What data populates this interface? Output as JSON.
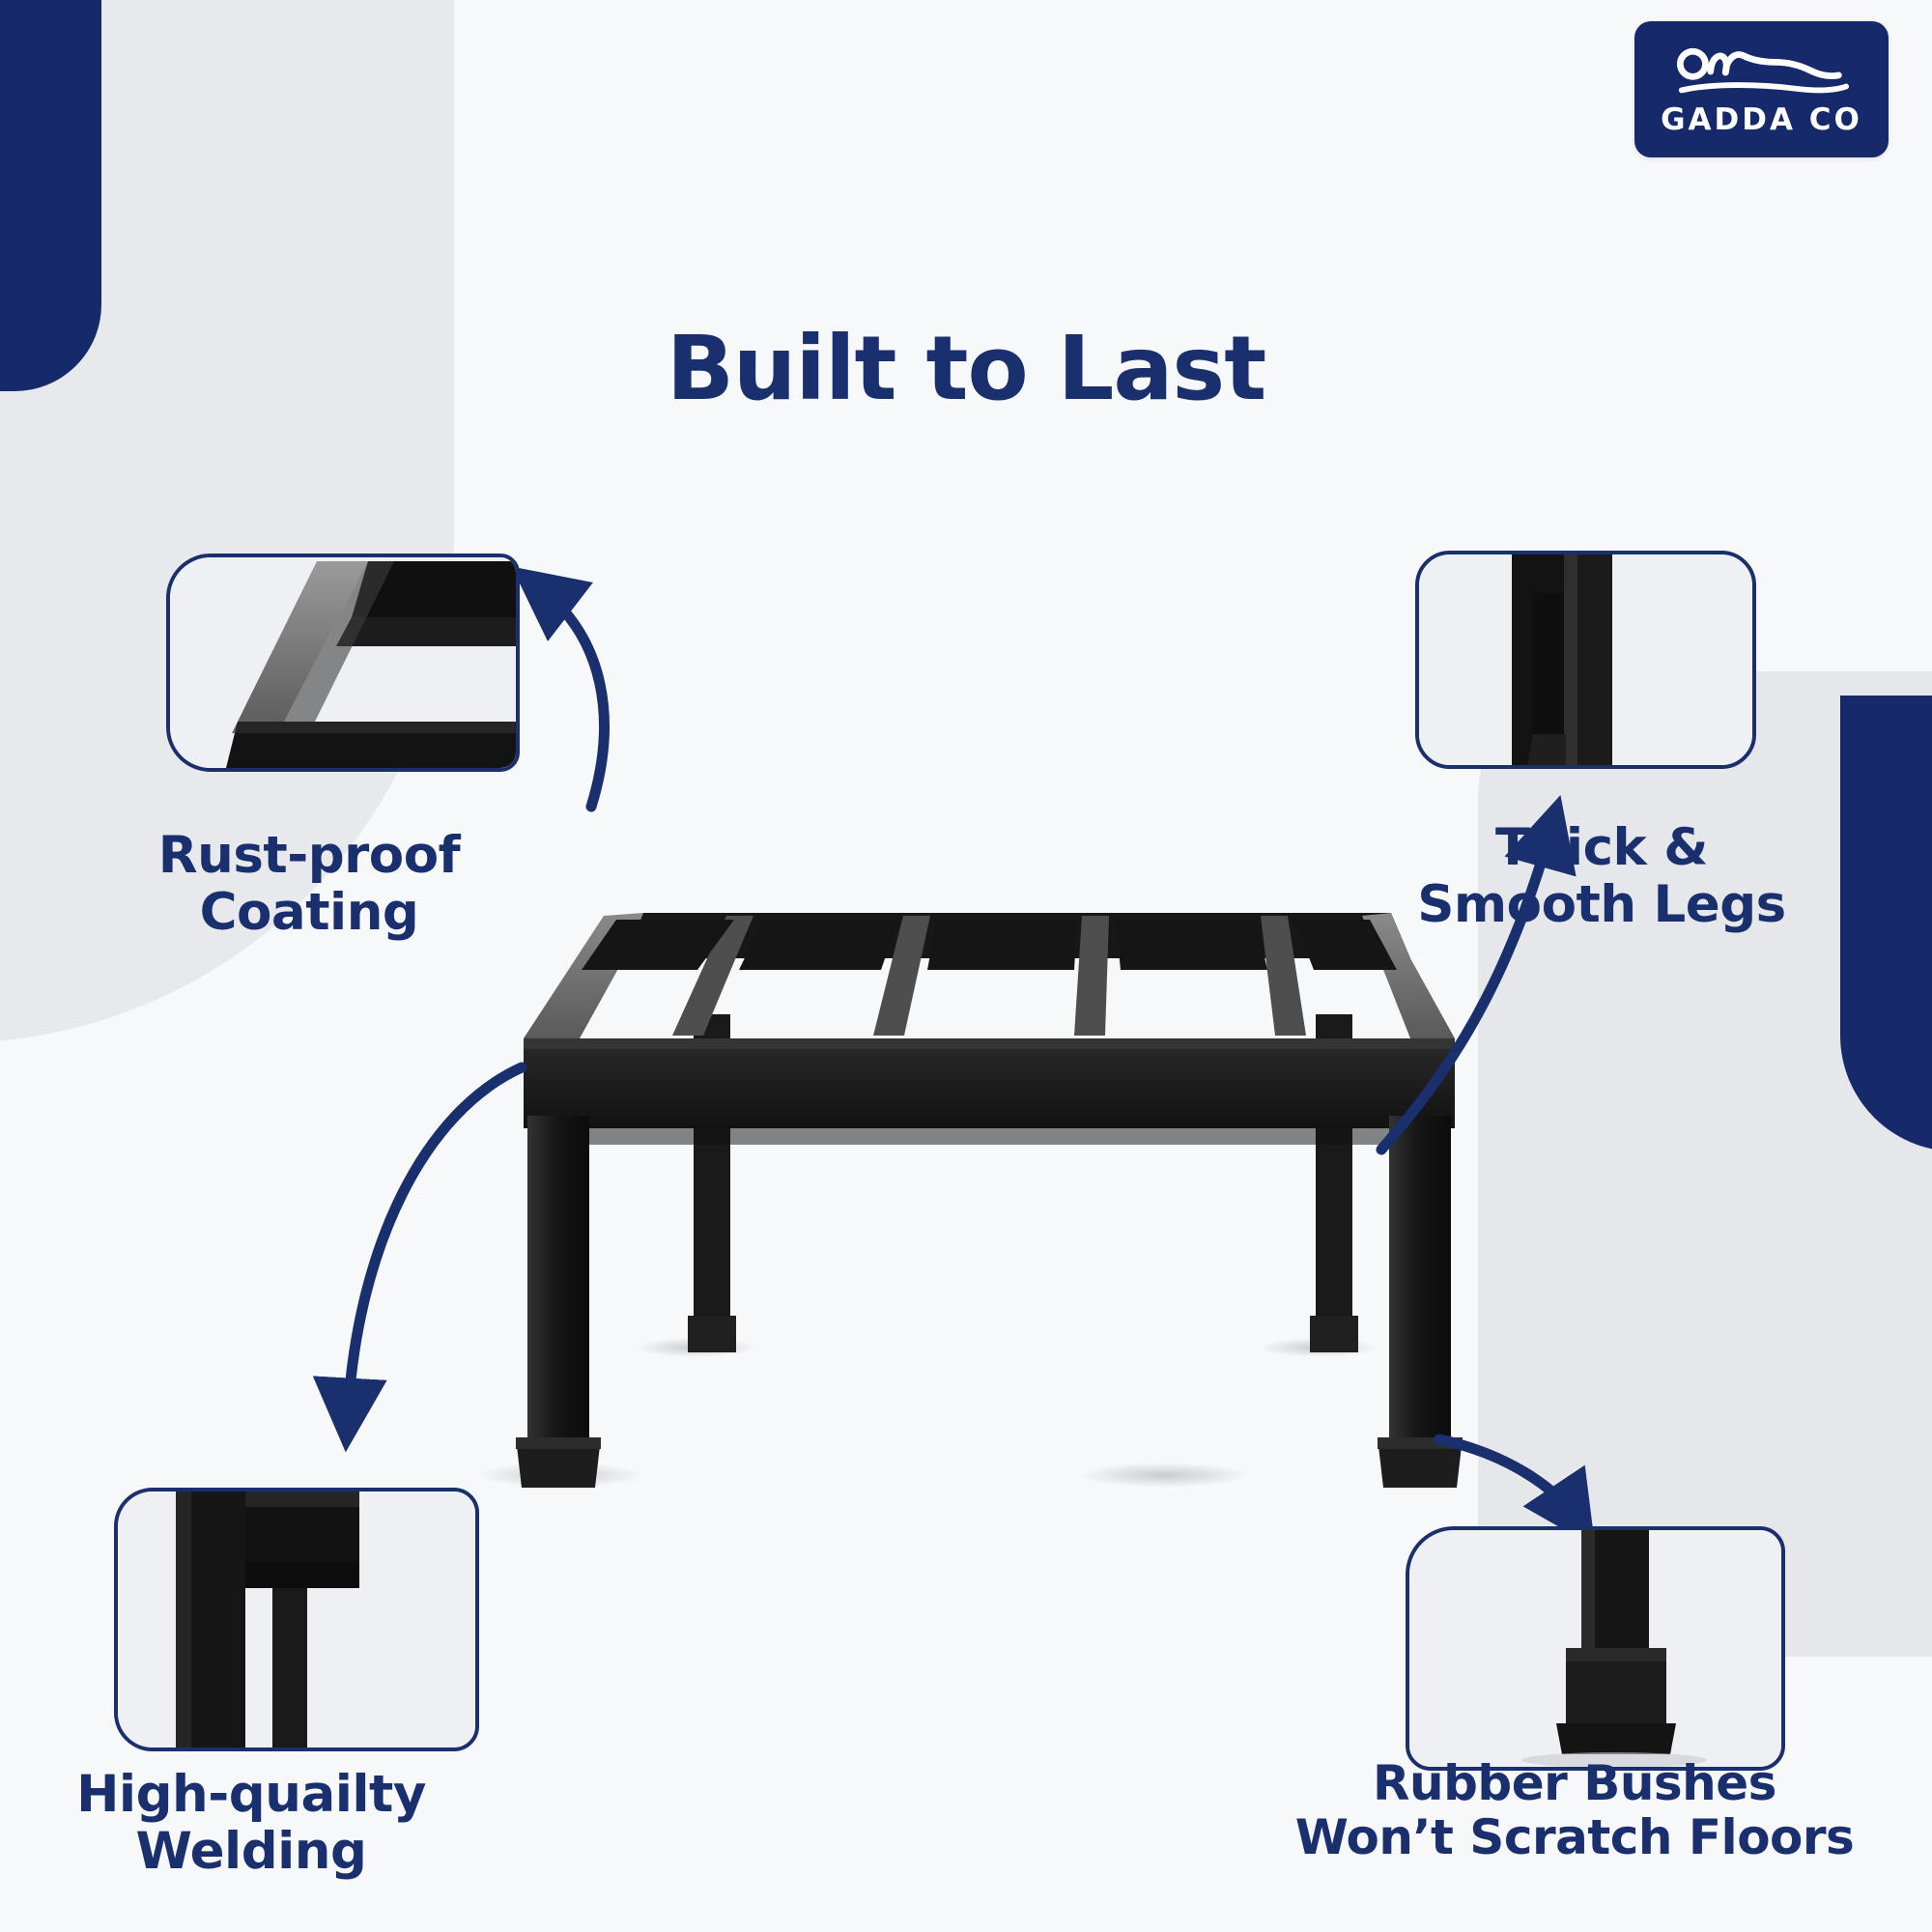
{
  "brand": {
    "logo_text": "GADDA CO",
    "logo_icon": "sleeping-person-icon",
    "badge_color": "#16296a"
  },
  "header": {
    "title": "Built to Last",
    "title_color": "#1a2f6e"
  },
  "theme": {
    "navy": "#16296a",
    "navy_text": "#1a2f6e",
    "page_bg": "#f7f8fa",
    "panel_grey": "#e5e7ea",
    "card_bg": "#f2f4f7",
    "product_black": "#1c1c1c"
  },
  "product": {
    "name": "metal-bed-stand",
    "slat_count": 4,
    "leg_count": 4,
    "foot_caps": "rubber-bushes"
  },
  "features": [
    {
      "id": "rust-proof-coating",
      "line1": "Rust-proof",
      "line2": "Coating",
      "position": "top-left",
      "inset_icon": "frame-corner-photo",
      "arrow": "curve-up-left"
    },
    {
      "id": "thick-smooth-legs",
      "line1": "Thick &",
      "line2": "Smooth Legs",
      "position": "top-right",
      "inset_icon": "leg-joint-photo",
      "arrow": "curve-up-right"
    },
    {
      "id": "high-quailty-welding",
      "line1": "High-quailty",
      "line2": "Welding",
      "position": "bottom-left",
      "inset_icon": "welded-corner-photo",
      "arrow": "curve-down-left"
    },
    {
      "id": "rubber-bushes",
      "line1": "Rubber Bushes",
      "line2": "Won’t Scratch Floors",
      "position": "bottom-right",
      "inset_icon": "rubber-foot-photo",
      "arrow": "curve-down-right"
    }
  ]
}
